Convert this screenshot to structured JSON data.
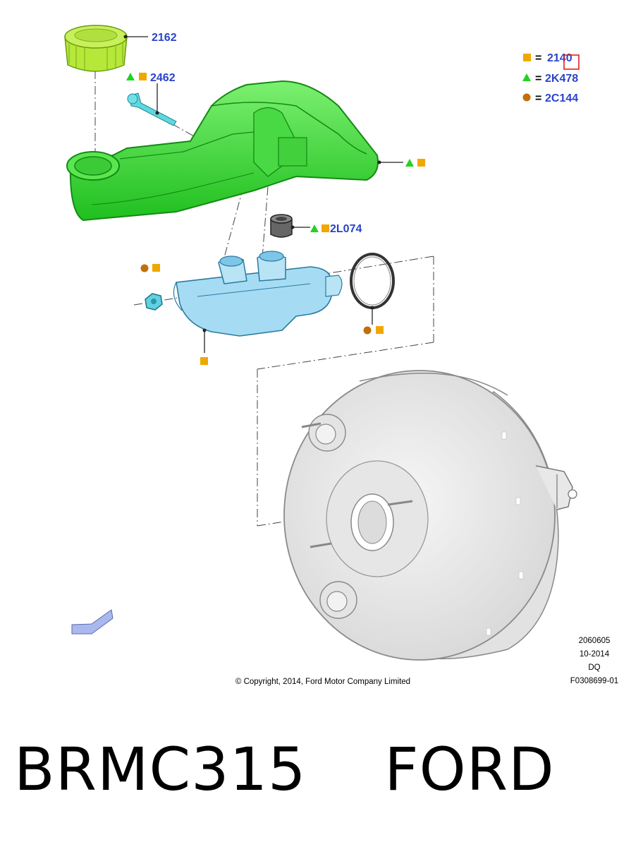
{
  "colors": {
    "square": "#f0a800",
    "triangle": "#22d322",
    "circle": "#c0700a",
    "callout_text": "#2a44c8",
    "reservoir": "#3ee03a",
    "master_cylinder": "#9fd8f2",
    "booster": "#ececec"
  },
  "legend": [
    {
      "symbol": "square",
      "eq": "=",
      "code": "2140"
    },
    {
      "symbol": "triangle",
      "eq": "=",
      "code": "2K478"
    },
    {
      "symbol": "circle",
      "eq": "=",
      "code": "2C144"
    }
  ],
  "callouts": {
    "cap": "2162",
    "sensor": "2462",
    "grommet": "2L074"
  },
  "meta": {
    "number": "2060605",
    "date": "10-2014",
    "code": "DQ",
    "figure": "F0308699-01",
    "copyright": "© Copyright, 2014, Ford Motor Company Limited"
  },
  "caption": "BRMC315    FORD"
}
